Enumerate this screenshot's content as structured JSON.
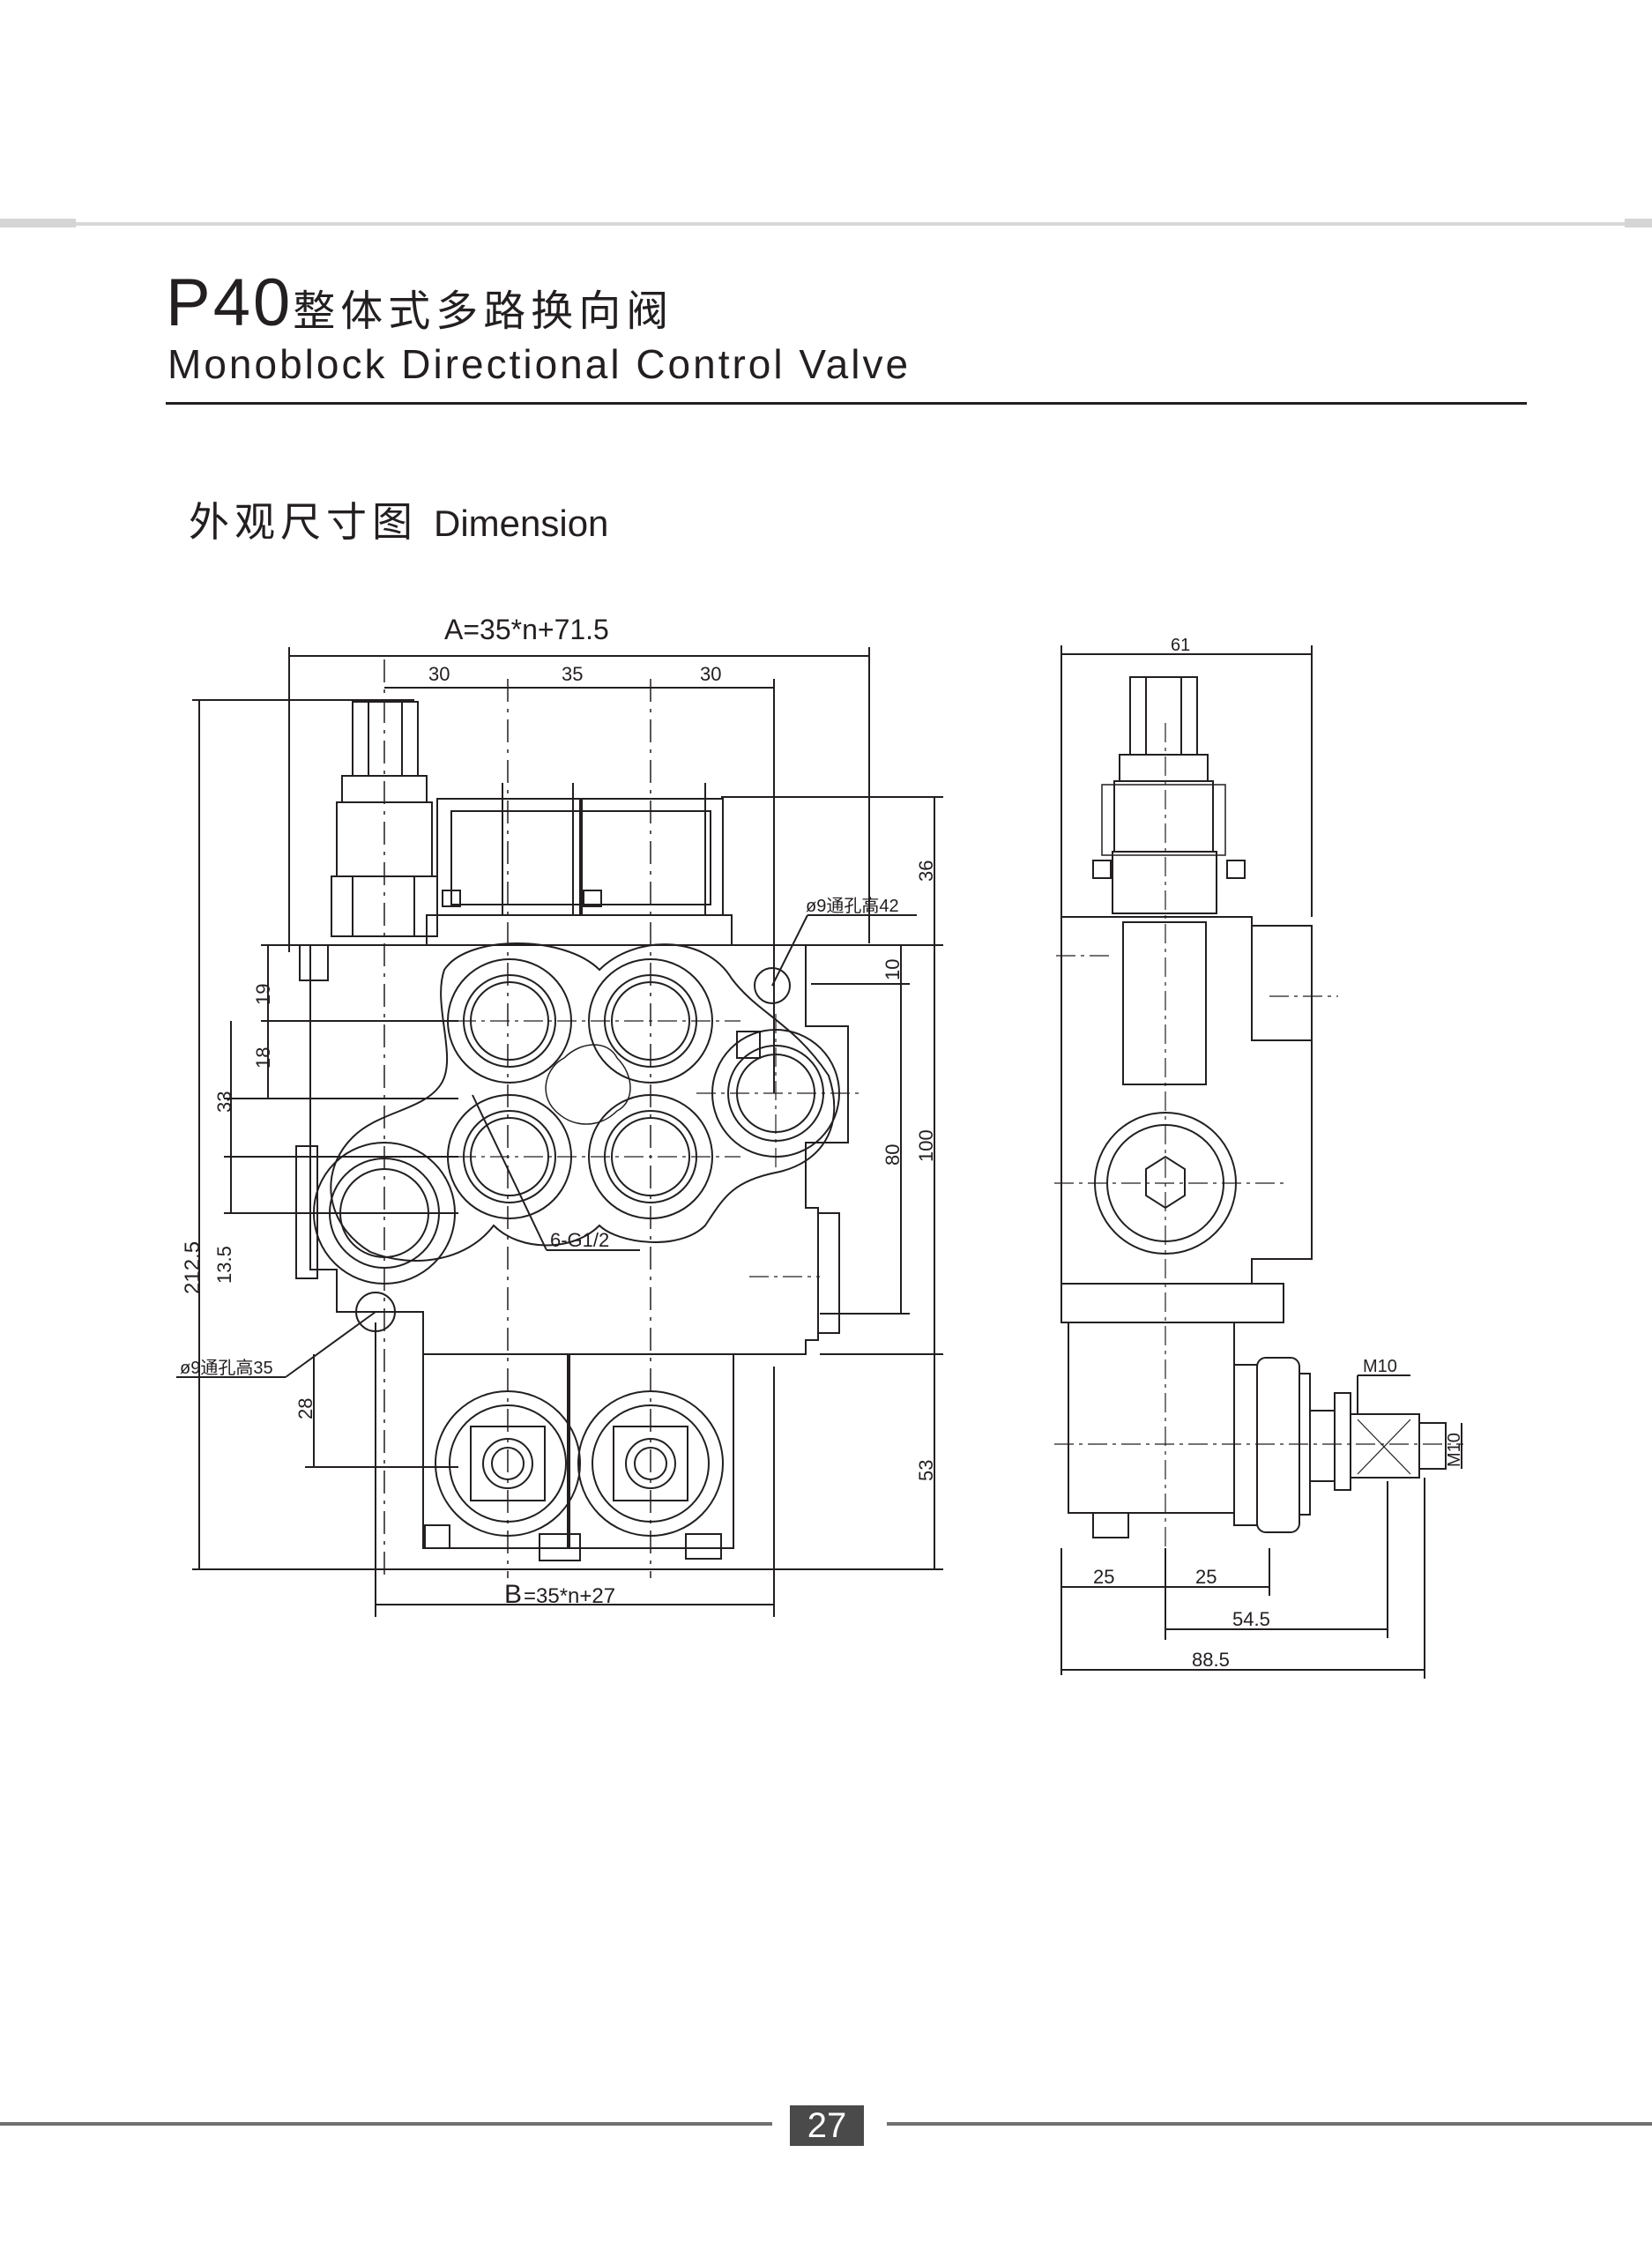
{
  "header": {
    "model": "P40",
    "title_zh": "整体式多路换向阀",
    "title_en": "Monoblock Directional Control Valve"
  },
  "section": {
    "title_zh": "外观尺寸图",
    "title_en": "Dimension"
  },
  "front_view": {
    "formula_a": "A=35*n+71.5",
    "formula_b_letter": "B",
    "formula_b_rest": "=35*n+27",
    "top_dims": [
      "30",
      "35",
      "30"
    ],
    "left_dims": {
      "overall": "212.5",
      "d19": "19",
      "d18": "18",
      "d33": "33",
      "d13_5": "13.5",
      "d28": "28"
    },
    "right_dims": {
      "d36": "36",
      "d10": "10",
      "d80": "80",
      "d100": "100",
      "d53": "53"
    },
    "callouts": {
      "hole_top": "ø9通孔高42",
      "hole_bottom": "ø9通孔高35",
      "ports": "6-G1/2"
    }
  },
  "side_view": {
    "top_dim": "61",
    "bottom_dims": [
      "25",
      "25",
      "54.5",
      "88.5"
    ],
    "thread_labels": [
      "M10",
      "M10"
    ]
  },
  "footer": {
    "page_number": "27"
  }
}
